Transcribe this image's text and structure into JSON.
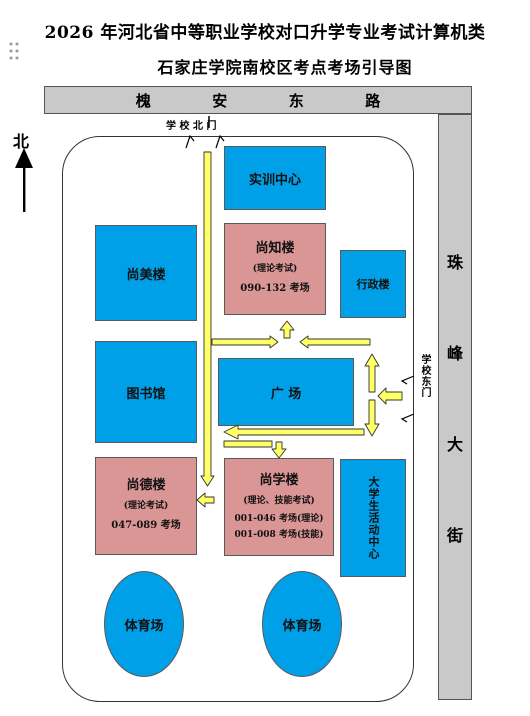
{
  "title": {
    "line1": "2026 年河北省中等职业学校对口升学专业考试计算机类",
    "line2": "石家庄学院南校区考点考场引导图"
  },
  "compass": {
    "label": "北"
  },
  "roads": {
    "north": [
      "槐",
      "安",
      "东",
      "路"
    ],
    "east": [
      "珠",
      "峰",
      "大",
      "街"
    ]
  },
  "gates": {
    "north": "学 校 北 门",
    "east": "学校东门"
  },
  "buildings": {
    "training_center": "实训中心",
    "shangzhi": {
      "name": "尚知楼",
      "note": "(理论考试)",
      "rooms": "090-132 考场"
    },
    "shangmei": "尚美楼",
    "admin": "行政楼",
    "library": "图书馆",
    "square": "广  场",
    "shangde": {
      "name": "尚德楼",
      "note": "(理论考试)",
      "rooms": "047-089 考场"
    },
    "shangxue": {
      "name": "尚学楼",
      "note": "(理论、技能考试)",
      "rooms1": "001-046 考场(理论)",
      "rooms2": "001-008 考场(技能)"
    },
    "student_center": "大学生活动中心",
    "gym1": "体育场",
    "gym2": "体育场"
  },
  "colors": {
    "building_blue": "#00a0e9",
    "exam_building_pink": "#d99694",
    "arrow_yellow": "#ffff66",
    "road_gray": "#c9c9c9"
  }
}
